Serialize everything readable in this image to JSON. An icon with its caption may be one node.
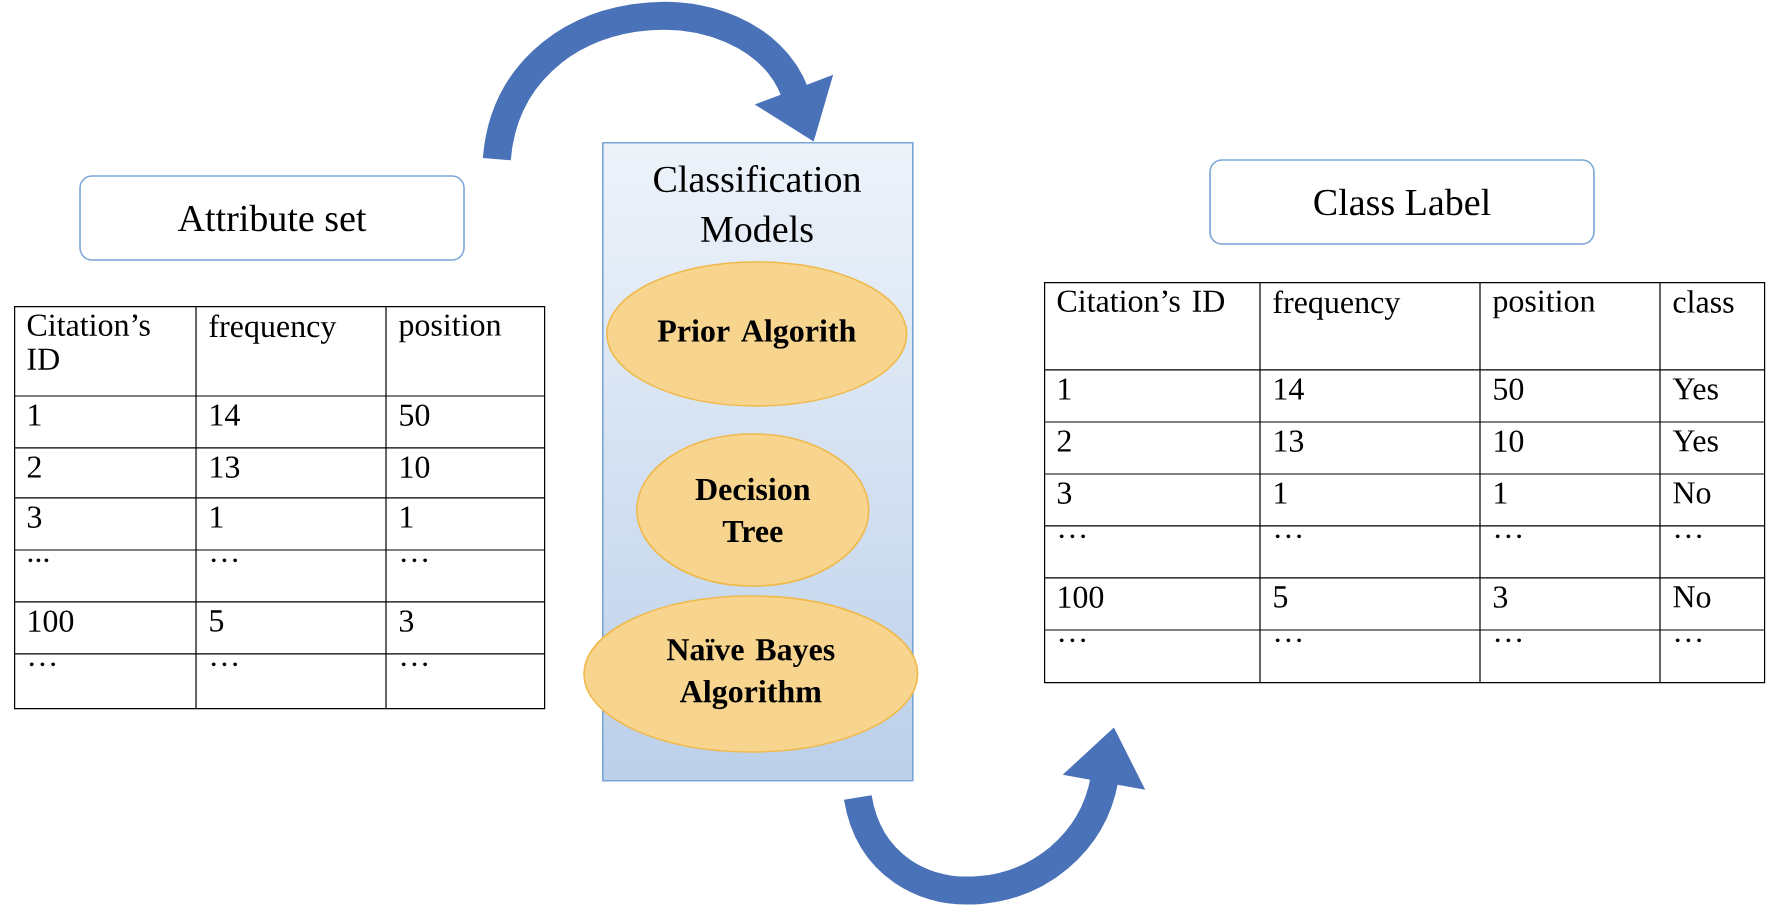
{
  "diagram": {
    "nodes": [
      {
        "text": [
          "Attribute set"
        ]
      },
      {
        "text": [
          "Citation’s ID",
          "frequency",
          "position",
          "1",
          "14",
          "50",
          "2",
          "13",
          "10",
          "3",
          "1",
          "1",
          "...",
          "…",
          "…",
          "100",
          "5",
          "3",
          "…",
          "…",
          "…"
        ]
      },
      {
        "text": [
          "Classification Models"
        ]
      },
      {
        "text": [
          "Prior Algorith"
        ],
        "in": 2
      },
      {
        "text": [
          "Decision Tree"
        ],
        "in": 2
      },
      {
        "text": [
          "Naïve Bayes Algorithm"
        ],
        "in": 2
      },
      {
        "text": [
          "Class Label"
        ]
      },
      {
        "text": [
          "Citation’s ID",
          "frequency",
          "position",
          "class",
          "1",
          "14",
          "50",
          "Yes",
          "2",
          "13",
          "10",
          "Yes",
          "3",
          "1",
          "1",
          "No",
          "…",
          "…",
          "…",
          "…",
          "100",
          "5",
          "3",
          "No",
          "…",
          "…",
          "…",
          "…"
        ]
      }
    ],
    "edges": [
      {
        "from": 0,
        "to": 2,
        "arrow": "to"
      },
      {
        "from": 2,
        "to": 7,
        "arrow": "to"
      }
    ]
  }
}
